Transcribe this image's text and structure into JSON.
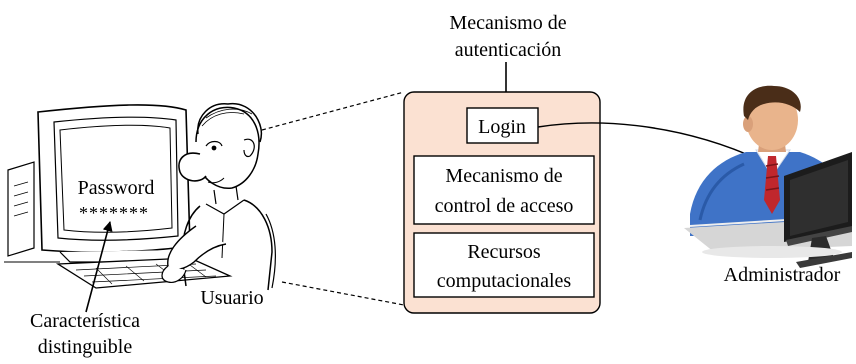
{
  "mechanism_label": {
    "line1": "Mecanismo de",
    "line2": "autenticación"
  },
  "server": {
    "login_label": "Login",
    "access_control": {
      "line1": "Mecanismo de",
      "line2": "control de acceso"
    },
    "resources": {
      "line1": "Recursos",
      "line2": "computacionales"
    }
  },
  "user": {
    "label": "Usuario",
    "screen_password_label": "Password",
    "screen_password_mask": "*******"
  },
  "feature_label": {
    "line1": "Característica",
    "line2": "distinguible"
  },
  "admin": {
    "label": "Administrador"
  },
  "colors": {
    "server_fill": "#fbe1d2",
    "box_fill": "#ffffff",
    "stroke": "#000000",
    "admin_shirt": "#3f73c7",
    "admin_tie": "#c0272d",
    "admin_skin": "#e9b48c",
    "admin_hair": "#4a2d18"
  }
}
